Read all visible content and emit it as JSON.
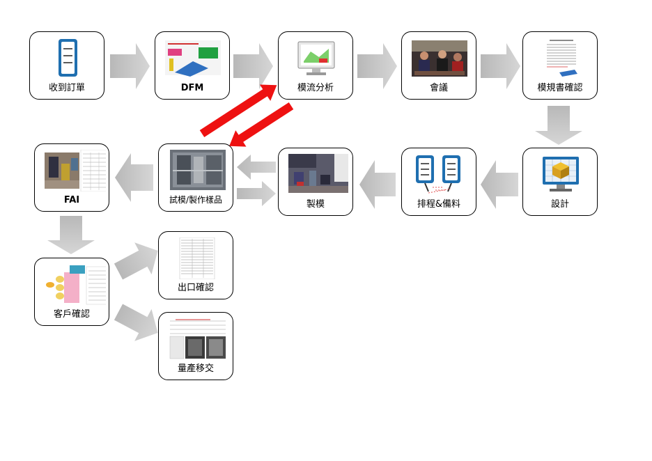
{
  "nodes": {
    "receive_order": {
      "label": "收到訂單"
    },
    "dfm": {
      "label": "DFM"
    },
    "flow_analysis": {
      "label": "模流分析"
    },
    "meeting": {
      "label": "會議"
    },
    "spec_confirm": {
      "label": "模規書確認"
    },
    "design": {
      "label": "設計"
    },
    "scheduling": {
      "label": "排程&備料"
    },
    "mold_making": {
      "label": "製模"
    },
    "trial_sample": {
      "label": "試模/製作樣品"
    },
    "fai": {
      "label": "FAI"
    },
    "customer_confirm": {
      "label": "客戶確認"
    },
    "export_confirm": {
      "label": "出口確認"
    },
    "mass_production": {
      "label": "量產移交"
    }
  },
  "colors": {
    "flow_arrow": "#c8c8c8",
    "feedback_arrow": "#ee1111",
    "doc_icon_frame": "#1f6fb0"
  }
}
